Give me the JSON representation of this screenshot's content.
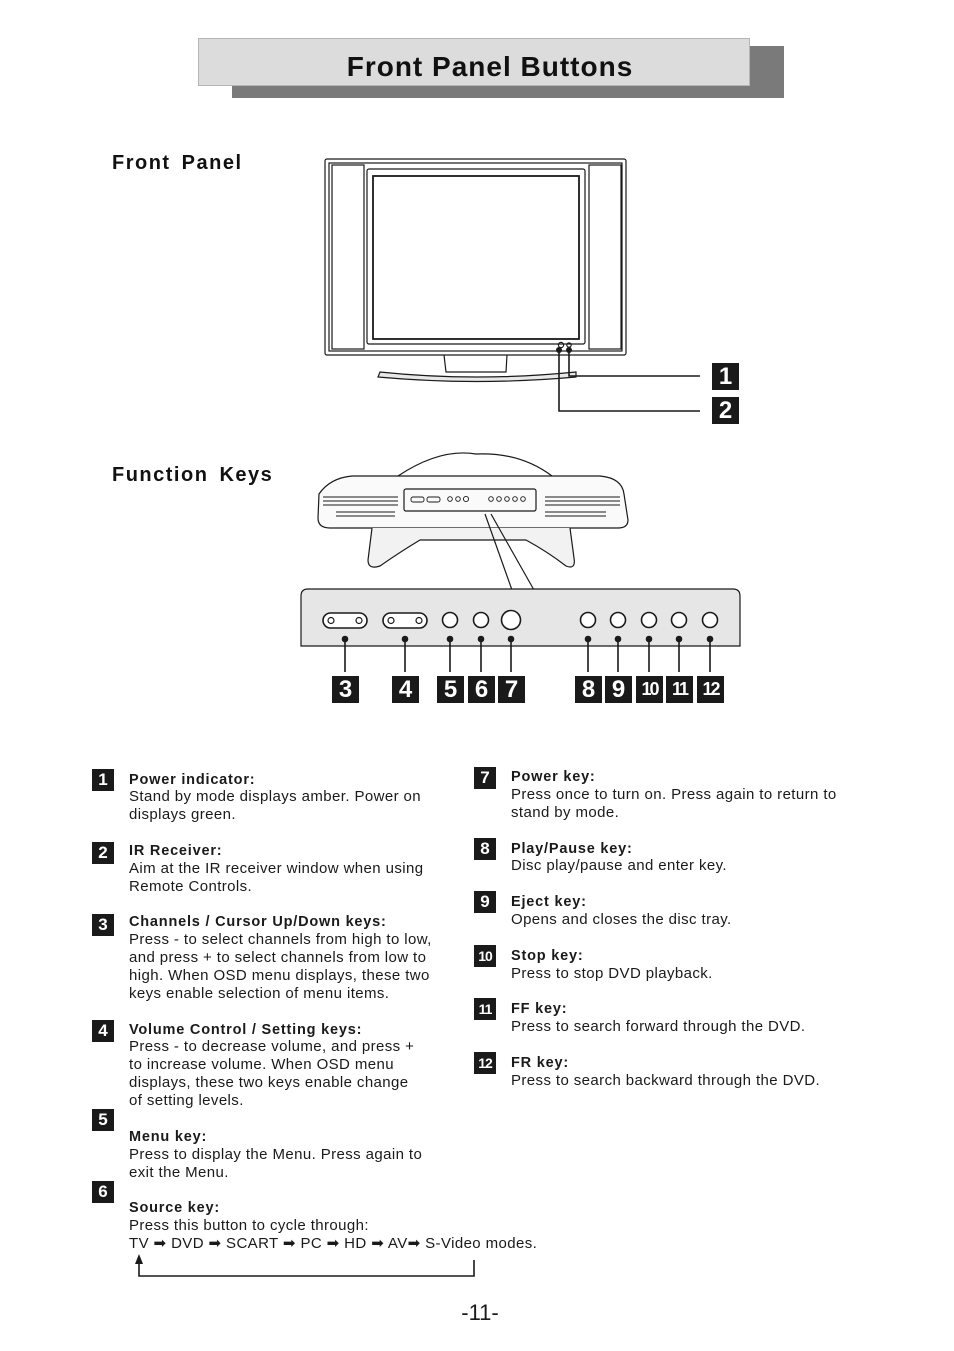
{
  "page": {
    "title": "Front Panel Buttons",
    "page_number": "-11-"
  },
  "front_panel": {
    "heading": "Front  Panel",
    "callouts": [
      "1",
      "2"
    ]
  },
  "function_keys": {
    "heading": "Function  Keys",
    "callouts": [
      "3",
      "4",
      "5",
      "6",
      "7",
      "8",
      "9",
      "10",
      "11",
      "12"
    ]
  },
  "items": [
    {
      "num": "1",
      "title": "Power indicator:",
      "lines": [
        "Stand by mode displays amber. Power on",
        "displays green."
      ]
    },
    {
      "num": "2",
      "title": "IR Receiver:",
      "lines": [
        "Aim at the IR receiver window when using",
        "Remote Controls."
      ]
    },
    {
      "num": "3",
      "title": "Channels / Cursor Up/Down keys:",
      "lines": [
        "Press - to select channels from high to low,",
        "and press + to select channels from low to",
        "high. When OSD menu displays, these two",
        "keys enable selection of menu items."
      ]
    },
    {
      "num": "4",
      "title": "Volume Control / Setting keys:",
      "lines": [
        "Press - to decrease volume, and press +",
        "to increase volume. When OSD menu",
        "displays, these two keys enable change",
        "of setting levels."
      ]
    },
    {
      "num": "5",
      "title": "Menu key:",
      "lines": [
        "Press to display the Menu. Press again to",
        "exit the Menu."
      ]
    },
    {
      "num": "6",
      "title": "Source key:",
      "lines": [
        "Press this button to cycle through:",
        "TV ➡ DVD ➡ SCART ➡ PC ➡ HD ➡ AV➡ S-Video modes."
      ]
    },
    {
      "num": "7",
      "title": "Power key:",
      "lines": [
        "Press once to turn on. Press again to return to",
        "stand by mode."
      ]
    },
    {
      "num": "8",
      "title": "Play/Pause key:",
      "lines": [
        "Disc play/pause and enter key."
      ]
    },
    {
      "num": "9",
      "title": "Eject key:",
      "lines": [
        "Opens and closes the disc tray."
      ]
    },
    {
      "num": "10",
      "title": "Stop key:",
      "lines": [
        "Press to stop DVD playback."
      ]
    },
    {
      "num": "11",
      "title": "FF key:",
      "lines": [
        "Press to search forward through the DVD."
      ]
    },
    {
      "num": "12",
      "title": "FR key:",
      "lines": [
        "Press to search backward through the DVD."
      ]
    }
  ],
  "colors": {
    "ink": "#1a1a1a",
    "banner_fill": "#dcdcdc",
    "banner_shadow": "#7a7a7a",
    "panel_fill": "#e6e6e6"
  }
}
